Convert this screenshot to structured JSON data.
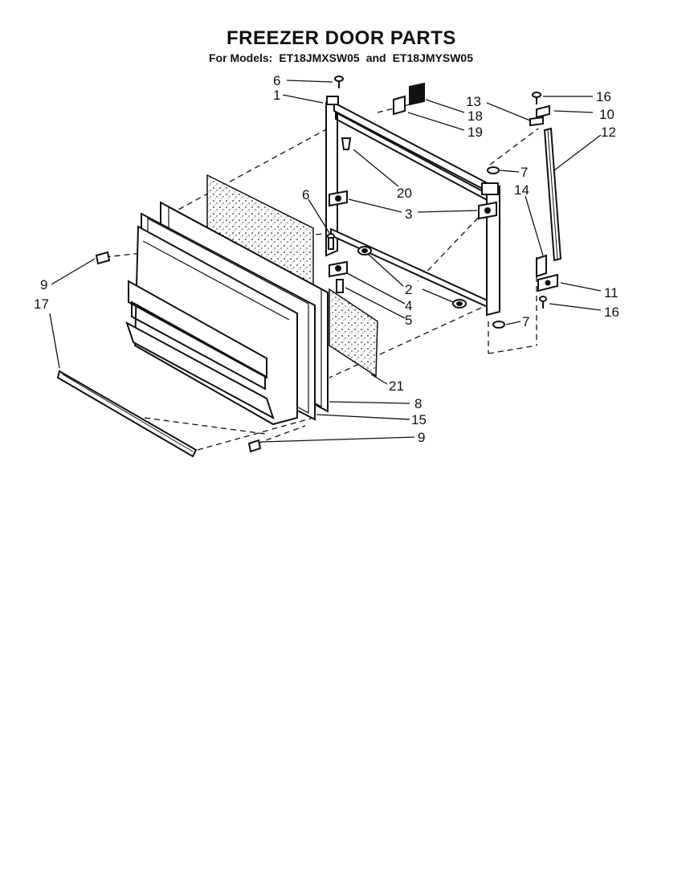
{
  "header": {
    "title": "FREEZER DOOR PARTS",
    "models_prefix": "For Models:",
    "model_1": "ET18JMXSW05",
    "models_joiner": "and",
    "model_2": "ET18JMYSW05"
  },
  "callouts": [
    "6",
    "1",
    "18",
    "19",
    "13",
    "16",
    "10",
    "12",
    "7",
    "20",
    "6",
    "3",
    "14",
    "2",
    "4",
    "5",
    "11",
    "16",
    "7",
    "9",
    "17",
    "21",
    "8",
    "15",
    "9"
  ]
}
